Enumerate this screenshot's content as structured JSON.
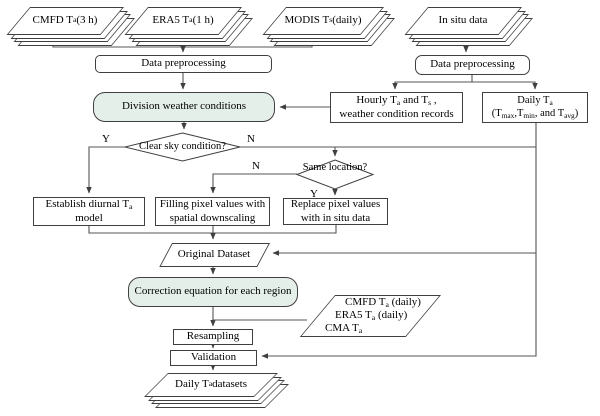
{
  "diagram": {
    "nodes": {
      "cmfd_card": "CMFD T~a~ (3 h)",
      "era5_card": "ERA5 T~a~ (1 h)",
      "modis_card": "MODIS T~s~ (daily)",
      "insitu_card": "In situ data",
      "preprocess_left": "Data preprocessing",
      "preprocess_right": "Data preprocessing",
      "division": "Division weather conditions",
      "hourly_line1": "Hourly T~a~ and T~s~ ,",
      "hourly_line2": "weather condition records",
      "daily_line1": "Daily T~a~",
      "daily_line2": "(T~max~,T~min~, and T~avg~)",
      "clear_sky": "Clear sky condition?",
      "same_location": "Same location?",
      "establish": "Establish diurnal T~a~ model",
      "filling": "Filling pixel values with spatial downscaling",
      "replace": "Replace pixel values with in situ data",
      "original": "Original Dataset",
      "correction": "Correction equation for each region",
      "source_line1": "CMFD T~a~ (daily)",
      "source_line2": "ERA5 T~a~ (daily)",
      "source_line3": "CMA T~a~",
      "resampling": "Resampling",
      "validation": "Validation",
      "output": "Daily T~a~ datasets"
    },
    "branch_labels": {
      "clear_sky_yes": "Y",
      "clear_sky_no": "N",
      "same_location_no": "N",
      "same_location_yes": "Y"
    },
    "colors": {
      "process_fill": "#e4efe9",
      "node_border": "#3f3f3f",
      "connector": "#555555",
      "background": "#ffffff"
    }
  }
}
